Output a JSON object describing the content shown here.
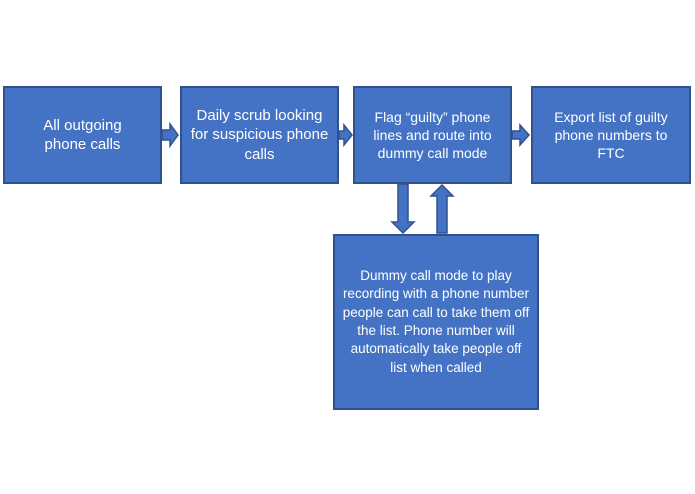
{
  "diagram": {
    "nodes": [
      {
        "id": "outgoing",
        "text": "All outgoing phone calls"
      },
      {
        "id": "scrub",
        "text": "Daily scrub looking for suspicious phone calls"
      },
      {
        "id": "flag",
        "text": "Flag “guilty” phone lines and route into dummy call mode"
      },
      {
        "id": "export",
        "text": "Export list of guilty phone numbers to FTC"
      },
      {
        "id": "dummy",
        "text": "Dummy call mode to play recording with a phone number people can call to take them off the list. Phone number will automatically take people off list when called"
      }
    ],
    "edges": [
      {
        "from": "outgoing",
        "to": "scrub"
      },
      {
        "from": "scrub",
        "to": "flag"
      },
      {
        "from": "flag",
        "to": "export"
      },
      {
        "from": "flag",
        "to": "dummy"
      },
      {
        "from": "dummy",
        "to": "flag"
      }
    ],
    "colors": {
      "box_fill": "#4472c4",
      "box_border": "#2f528f",
      "text": "#ffffff"
    }
  }
}
